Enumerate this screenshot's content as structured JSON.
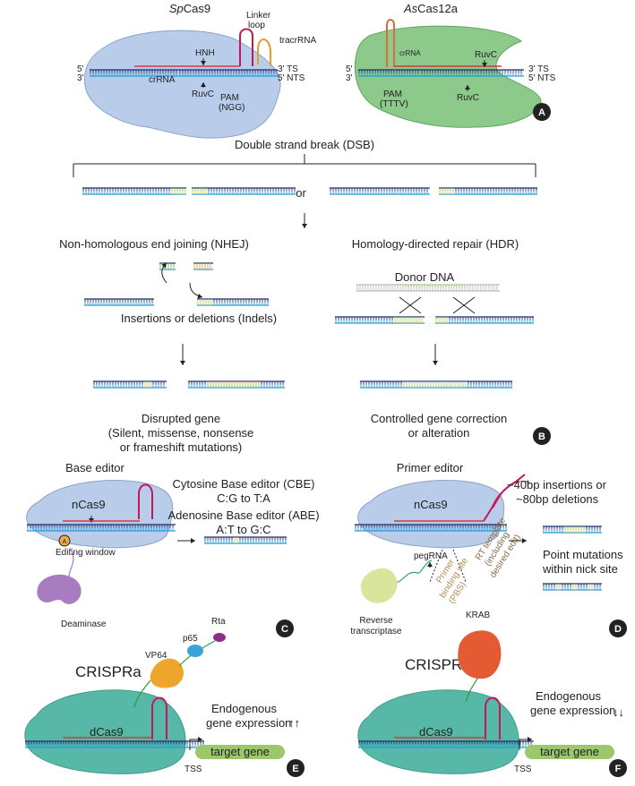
{
  "panel_a": {
    "left_title": {
      "italic": "Sp",
      "rest": "Cas9"
    },
    "right_title": {
      "italic": "As",
      "rest": "Cas12a"
    },
    "linker_loop_1": "Linker",
    "linker_loop_2": "loop",
    "tracrrna": "tracrRNA",
    "hnh": "HNH",
    "crrna": "crRNA",
    "ruvc": "RuvC",
    "pam_sp_1": "PAM",
    "pam_sp_2": "(NGG)",
    "pam_as_1": "PAM",
    "pam_as_2": "(TTTV)",
    "five": "5'",
    "three": "3'",
    "ts": "3' TS",
    "nts": "5' NTS",
    "badge": "A"
  },
  "panel_b": {
    "dsb": "Double strand break (DSB)",
    "or": "or",
    "nhej": "Non-homologous end joining (NHEJ)",
    "hdr": "Homology-directed repair (HDR)",
    "donor": "Donor DNA",
    "indels": "Insertions or deletions (Indels)",
    "disrupted_1": "Disrupted gene",
    "disrupted_2": "(Silent, missense, nonsense",
    "disrupted_3": "or frameshift mutations)",
    "controlled_1": "Controlled gene correction",
    "controlled_2": "or alteration",
    "badge": "B"
  },
  "panel_c": {
    "title": "Base editor",
    "ncas9": "nCas9",
    "cbe": "Cytosine Base editor (CBE)",
    "cbe_conv": "C:G  to  T:A",
    "abe": "Adenosine Base editor (ABE)",
    "abe_conv": "A:T  to  G:C",
    "window": "Editing window",
    "deaminase": "Deaminase",
    "base_a": "A",
    "badge": "C"
  },
  "panel_d": {
    "title": "Primer editor",
    "ncas9": "nCas9",
    "ins_1": "~40bp insertions or",
    "ins_2": "~80bp deletions",
    "point_1": "Point mutations",
    "point_2": "within nick site",
    "pegrna": "pegRNA",
    "rt_1": "Reverse",
    "rt_2": "transcriptase",
    "pbs_1": "Primer",
    "pbs_2": "binding site",
    "pbs_3": "(PBS)",
    "rtt_1": "RT template",
    "rtt_2": "(including",
    "rtt_3": "desired edit)",
    "badge": "D"
  },
  "panel_e": {
    "title": "CRISPRa",
    "dcas9": "dCas9",
    "vp64": "VP64",
    "p65": "p65",
    "rta": "Rta",
    "endo_1": "Endogenous",
    "endo_2": "gene expression",
    "arrows": "↑↑",
    "tss": "TSS",
    "target": "target gene",
    "badge": "E"
  },
  "panel_f": {
    "title": "CRISPRi",
    "dcas9": "dCas9",
    "krab": "KRAB",
    "endo_1": "Endogenous",
    "endo_2": "gene expression",
    "arrows": "↓↓",
    "tss": "TSS",
    "target": "target gene",
    "badge": "F"
  },
  "colors": {
    "cas9_fill": "#b9cdea",
    "cas12_fill": "#8cc98a",
    "dcas9_fill": "#58b8a8",
    "rna": "#c2185b",
    "tracr": "#e69b2f",
    "strand_top": "#1d2f6f",
    "strand_bottom": "#2a9fd6",
    "cr_red": "#d23a3a",
    "deaminase": "#a97bc0",
    "rt": "#d8e59a",
    "vp64": "#eea52c",
    "p65": "#3aa3da",
    "rta": "#8b2f8b",
    "krab": "#e45a33",
    "target": "#9bc86a"
  }
}
